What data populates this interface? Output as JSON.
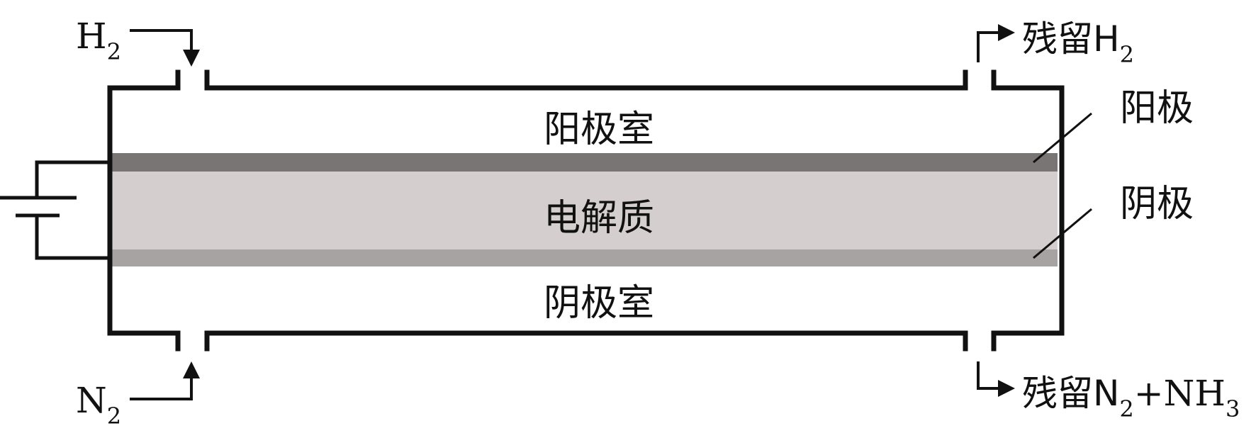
{
  "colors": {
    "line": "#111111",
    "anode_layer": "#7a7575",
    "electrolyte": "#d4cfce",
    "cathode_layer": "#a8a3a3"
  },
  "labels": {
    "inlet_h2": "H",
    "inlet_h2_sub": "2",
    "inlet_n2": "N",
    "inlet_n2_sub": "2",
    "outlet_h2_prefix": "残留H",
    "outlet_h2_sub": "2",
    "outlet_n2_prefix": "残留N",
    "outlet_n2_sub": "2",
    "outlet_n2_mid": "+NH",
    "outlet_n2_sub2": "3",
    "anode_chamber": "阳极室",
    "electrolyte": "电解质",
    "cathode_chamber": "阴极室",
    "anode": "阳极",
    "cathode": "阴极"
  },
  "icons": {
    "battery": "battery-icon"
  }
}
